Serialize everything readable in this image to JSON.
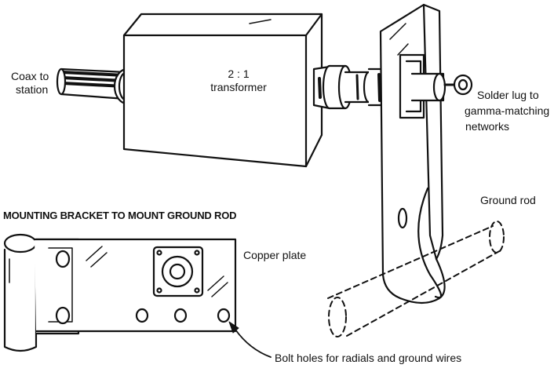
{
  "labels": {
    "coax_line1": "Coax to",
    "coax_line2": "station",
    "transformer_ratio": "2 : 1",
    "transformer_name": "transformer",
    "solder_line1": "Solder lug to",
    "solder_line2": "gamma-matching",
    "solder_line3": "networks",
    "ground_rod": "Ground rod",
    "bracket_title": "MOUNTING BRACKET TO MOUNT GROUND ROD",
    "copper_plate": "Copper plate",
    "bolt_holes": "Bolt holes for radials and ground wires"
  }
}
